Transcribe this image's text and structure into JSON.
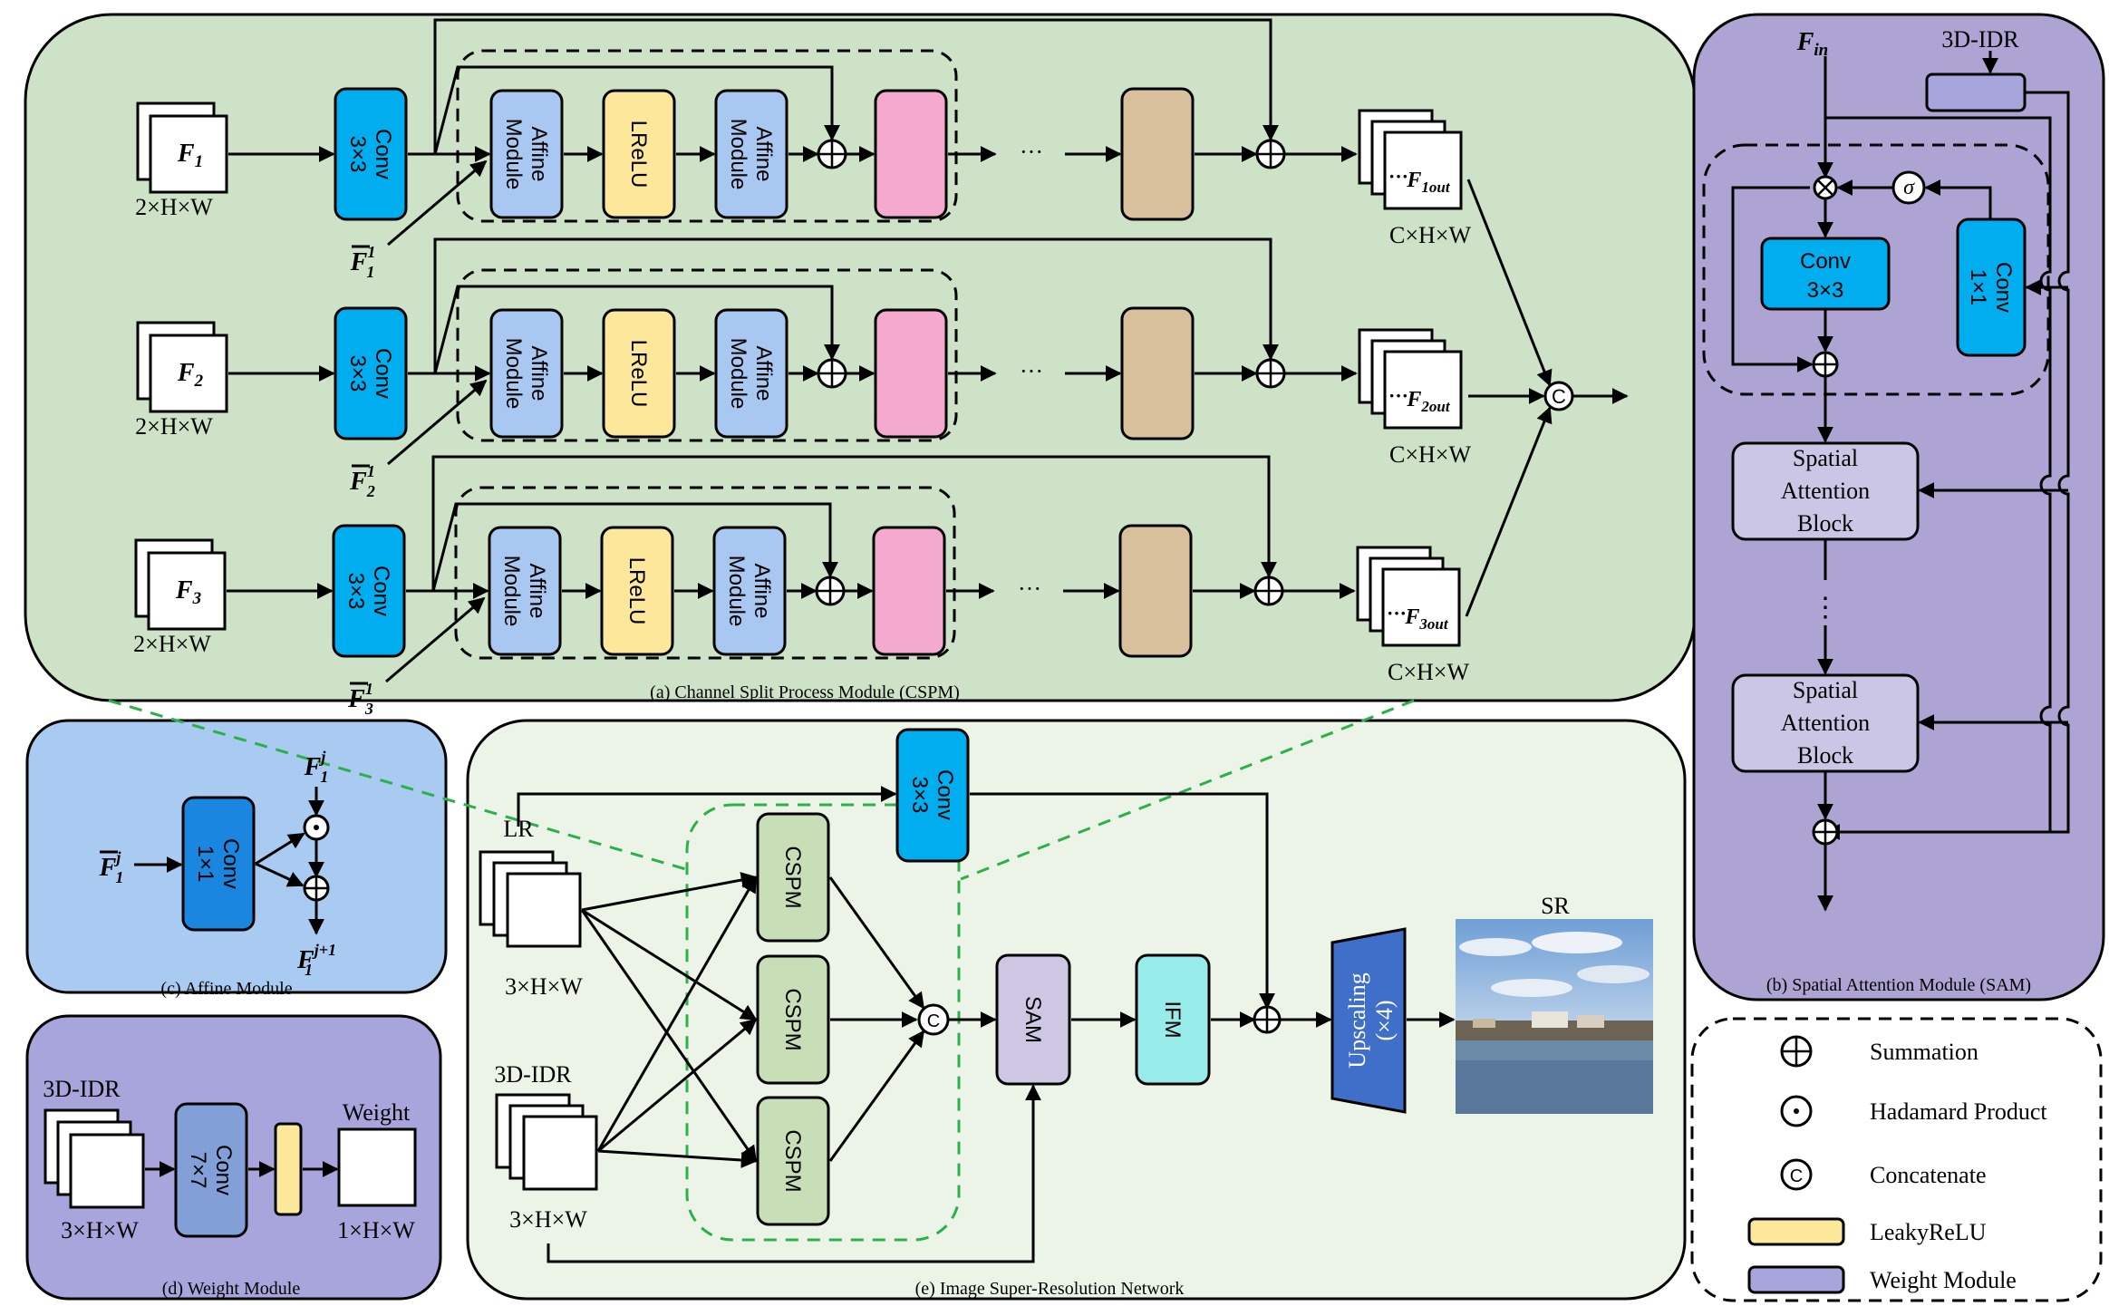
{
  "panels": {
    "cspm_caption": "(a) Channel Split Process Module (CSPM)",
    "sam_caption": "(b) Spatial Attention Module (SAM)",
    "affine_caption": "(c) Affine Module",
    "weight_caption": "(d) Weight Module",
    "sr_caption": "(e) Image Super-Resolution Network"
  },
  "cspm": {
    "conv_label": [
      "Conv",
      "3×3"
    ],
    "affine_label": [
      "Affine",
      "Module"
    ],
    "lrelu_label": "LReLU",
    "ellipsis": "···",
    "rows": [
      {
        "input": "F",
        "input_sub": "1",
        "dims": "2×H×W",
        "guide": "F",
        "guide_sup": "1",
        "guide_sub": "1",
        "output": "F",
        "output_sub": "1out",
        "out_dims": "C×H×W"
      },
      {
        "input": "F",
        "input_sub": "2",
        "dims": "2×H×W",
        "guide": "F",
        "guide_sup": "1",
        "guide_sub": "2",
        "output": "F",
        "output_sub": "2out",
        "out_dims": "C×H×W"
      },
      {
        "input": "F",
        "input_sub": "3",
        "dims": "2×H×W",
        "guide": "F",
        "guide_sup": "1",
        "guide_sub": "3",
        "output": "F",
        "output_sub": "3out",
        "out_dims": "C×H×W"
      }
    ],
    "concat_symbol": "C"
  },
  "sam": {
    "input": "F",
    "input_sub": "in",
    "idr_label": "3D-IDR",
    "conv3_label": [
      "Conv",
      "3×3"
    ],
    "conv1_label": [
      "Conv",
      "1×1"
    ],
    "sigma": "σ",
    "block_label": [
      "Spatial",
      "Attention",
      "Block"
    ],
    "vdots": "⋮"
  },
  "affine": {
    "input": "F",
    "input_sup": "j",
    "input_sub": "1",
    "top": "F",
    "top_sup": "j",
    "top_sub": "1",
    "output": "F",
    "output_sup": "j+1",
    "output_sub": "1",
    "conv_label": [
      "Conv",
      "1×1"
    ]
  },
  "weight": {
    "input_label": "3D-IDR",
    "input_dims": "3×H×W",
    "conv_label": [
      "Conv",
      "7×7"
    ],
    "output_label": "Weight",
    "output_dims": "1×H×W"
  },
  "network": {
    "lr_label": "LR",
    "lr_dims": "3×H×W",
    "idr_label": "3D-IDR",
    "idr_dims": "3×H×W",
    "cspm_label": "CSPM",
    "conv_label": [
      "Conv",
      "3×3"
    ],
    "sam_label": "SAM",
    "ifm_label": "IFM",
    "upscale_label": [
      "Upscaling",
      "(×4)"
    ],
    "sr_label": "SR",
    "concat_symbol": "C"
  },
  "legend": {
    "items": [
      "Summation",
      "Hadamard Product",
      "Concatenate",
      "LeakyReLU",
      "Weight Module"
    ]
  },
  "colors": {
    "cspm_bg": "#cde2c6",
    "sam_bg": "#ada4d4",
    "sam_inner": "#ccc6e6",
    "affine_bg": "#a9caf1",
    "weight_bg": "#a8a4dc",
    "network_bg": "#ecf4e8",
    "conv_blue": "#00aeef",
    "affine_box": "#a9c8f1",
    "lrelu": "#fde79a",
    "pink": "#f4a9ce",
    "tan": "#d7c09b",
    "cspm_box": "#c7deb6",
    "sam_box": "#cdc7e3",
    "ifm": "#97ecea",
    "upscale": "#3f6fc8",
    "weight_conv": "#829fd8"
  }
}
